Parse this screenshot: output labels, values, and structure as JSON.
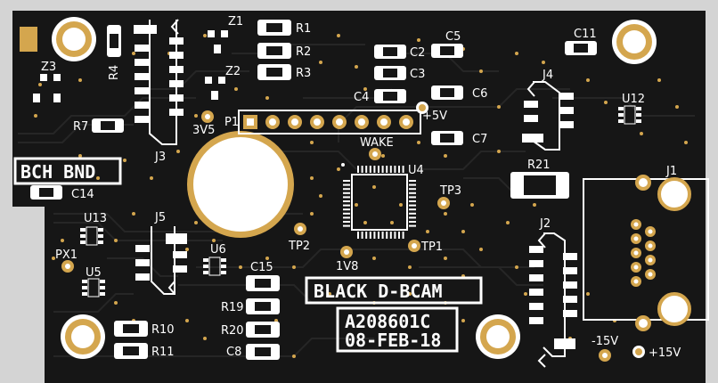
{
  "colors": {
    "board": "#161616",
    "background": "#d4d4d4",
    "silkscreen": "#ffffff",
    "copper": "#d4a64e",
    "trace": "#262626"
  },
  "board_text": {
    "title": "BLACK D-BCAM",
    "part_number": "A208601C",
    "date": "08-FEB-18",
    "bch_bnd": "BCH BND"
  },
  "designators": {
    "R1": "R1",
    "R2": "R2",
    "R3": "R3",
    "R4": "R4",
    "R7": "R7",
    "R10": "R10",
    "R11": "R11",
    "R19": "R19",
    "R20": "R20",
    "R21": "R21",
    "C2": "C2",
    "C3": "C3",
    "C4": "C4",
    "C5": "C5",
    "C6": "C6",
    "C7": "C7",
    "C8": "C8",
    "C11": "C11",
    "C14": "C14",
    "C15": "C15",
    "Z1": "Z1",
    "Z2": "Z2",
    "Z3": "Z3",
    "J1": "J1",
    "J2": "J2",
    "J3": "J3",
    "J4": "J4",
    "J5": "J5",
    "U4": "U4",
    "U5": "U5",
    "U6": "U6",
    "U12": "U12",
    "U13": "U13",
    "P1": "P1",
    "PX1": "PX1",
    "TP1": "TP1",
    "TP2": "TP2",
    "TP3": "TP3",
    "WAKE": "WAKE",
    "V1_8": "1V8",
    "V3_5": "3V5",
    "P5V": "+5V",
    "N15V": "-15V",
    "P15V": "+15V"
  }
}
